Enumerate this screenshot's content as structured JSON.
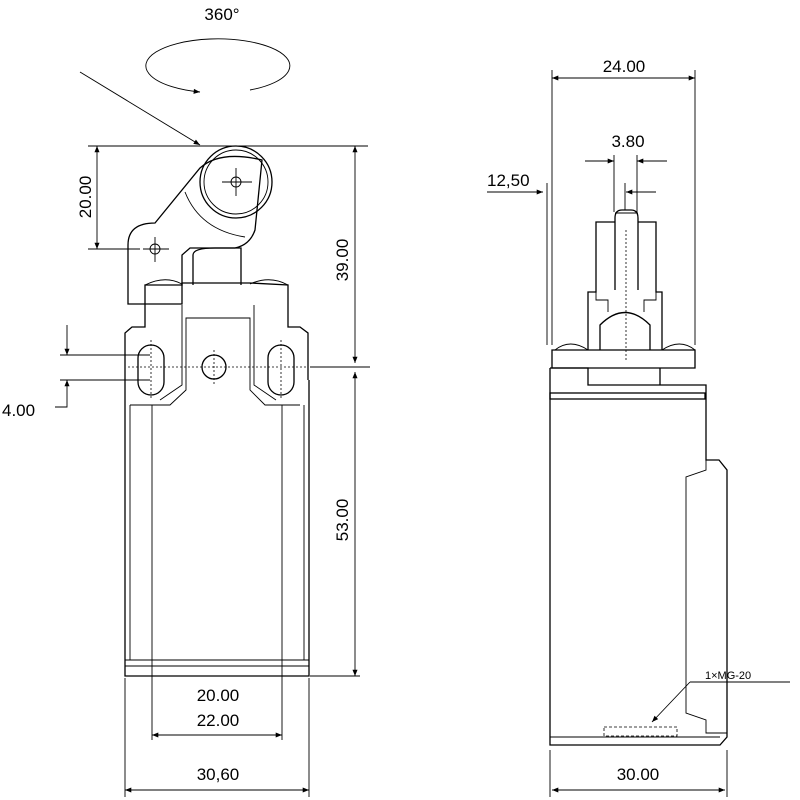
{
  "rotation": {
    "label": "360°"
  },
  "front_view": {
    "dims": {
      "lever_height": "20.00",
      "head_height": "39.00",
      "body_height": "53.00",
      "slot_offset": "4.00",
      "inner_width_1": "20.00",
      "inner_width_2": "22.00",
      "overall_width": "30,60"
    }
  },
  "side_view": {
    "dims": {
      "top_width": "24.00",
      "plunger_width": "3.80",
      "offset": "12,50",
      "overall_depth": "30.00"
    },
    "callout": "1×MG-20"
  }
}
